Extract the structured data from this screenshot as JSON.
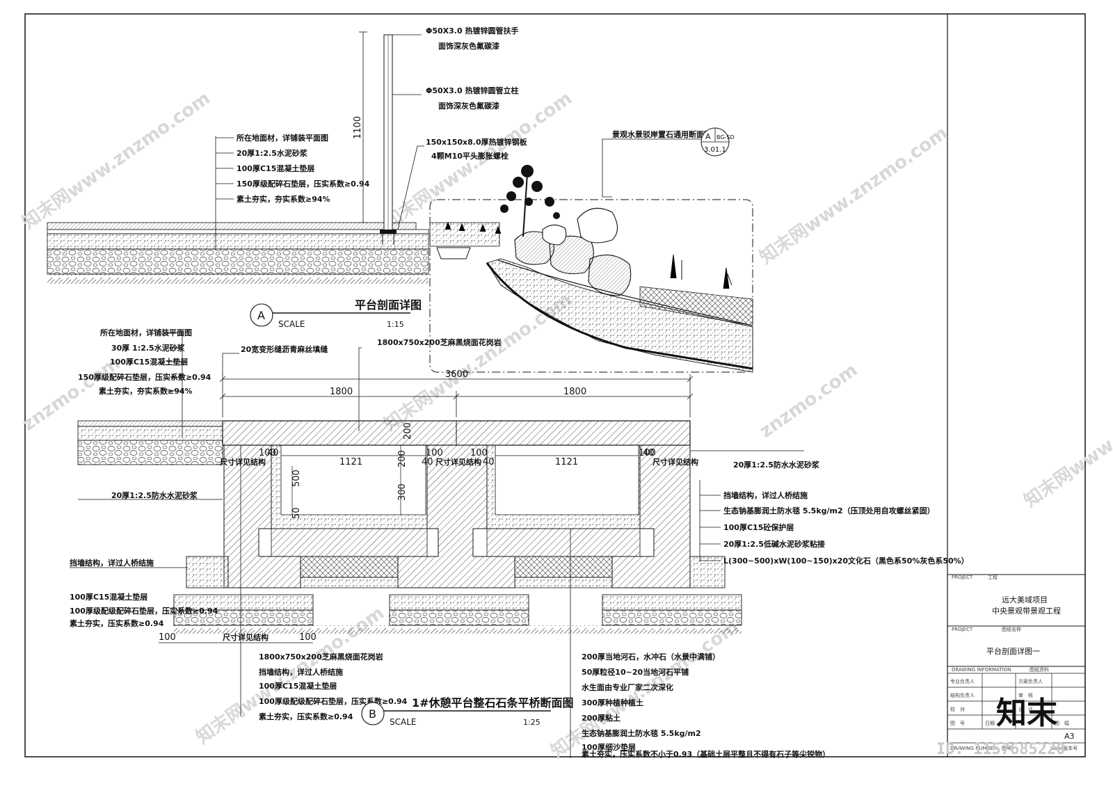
{
  "watermark": {
    "site": "znzmo.com",
    "brand_a": "知末网www.znzmo.com",
    "corner_logo": "知末",
    "id_label": "ID: 1157685220"
  },
  "detail_a": {
    "circle_letter": "A",
    "title": "平台剖面详图",
    "scale_label": "SCALE",
    "scale": "1:15",
    "railing_height": "1100",
    "handrail_note_1": "Φ50X3.0 热镀锌圆管扶手",
    "handrail_note_2": "面饰深灰色氟碳漆",
    "post_note_1": "Φ50X3.0 热镀锌圆管立柱",
    "post_note_2": "面饰深灰色氟碳漆",
    "plate_note_1": "150x150x8.0厚热镀锌钢板",
    "plate_note_2": "4颗M10平头膨胀螺栓",
    "layers": [
      "所在地面材，详铺装平面图",
      "20厚1:2.5水泥砂浆",
      "100厚C15混凝土垫层",
      "150厚级配碎石垫层，压实系数≥0.94",
      "素土夯实，夯实系数≥94%"
    ],
    "ref_note": "景观水景驳岸置石通用断面图",
    "ref_circle_top": "A",
    "ref_circle_code": "BG-SD",
    "ref_circle_bottom": "3.01.1"
  },
  "detail_b": {
    "circle_letter": "B",
    "title": "1#休憩平台整石石条平桥断面图",
    "scale_label": "SCALE",
    "scale": "1:25",
    "dims": {
      "total": "3600",
      "half_l": "1800",
      "half_r": "1800",
      "slab": "200",
      "inner_l": "1121",
      "inner_r": "1121",
      "gap_a": "40",
      "gap_b": "100",
      "depth_200": "200",
      "depth_500": "500",
      "depth_300": "300",
      "depth_50": "50",
      "foot_l": "100",
      "foot_r": "100"
    },
    "slab_note": "1800x750x200芝麻黑烧面花岗岩",
    "joint_note": "20宽变形缝沥青麻丝填缝",
    "size_ref_1": "尺寸详见结构",
    "size_ref_2": "尺寸详见结构",
    "size_ref_3": "尺寸详见结构",
    "size_ref_4": "尺寸详见结构",
    "mortar_left": "20厚1:2.5防水水泥砂浆",
    "mortar_right": "20厚1:2.5防水水泥砂浆",
    "left_layers": [
      "所在地面材，详铺装平面图",
      "30厚 1:2.5水泥砂浆",
      "100厚C15混凝土垫层",
      "150厚级配碎石垫层，压实系数≥0.94",
      "素土夯实，夯实系数≥94%"
    ],
    "retaining_left": "挡墙结构，详过人桥结施",
    "base_layers": [
      "100厚C15混凝土垫层",
      "100厚级配级配碎石垫层，压实系数≥0.94",
      "素土夯实，压实系数≥0.94"
    ],
    "bottom_left_notes": [
      "1800x750x200芝麻黑烧面花岗岩",
      "挡墙结构，详过人桥结施",
      "100厚C15混凝土垫层",
      "100厚级配级配碎石垫层，压实系数≥0.94",
      "素土夯实，压实系数≥0.94"
    ],
    "right_notes": [
      "挡墙结构，详过人桥结施",
      "生态钠基膨润土防水毯 5.5kg/m2（压顶处用自攻螺丝紧固）",
      "100厚C15砼保护层",
      "20厚1:2.5低碱水泥砂浆粘接",
      "L(300~500)xW(100~150)x20文化石（黑色系50%灰色系50%）"
    ],
    "bottom_right_notes": [
      "200厚当地河石，水冲石（水景中满铺）",
      "50厚粒径10~20当地河石平铺",
      "水生面由专业厂家二次深化",
      "300厚种植种植土",
      "200厚粘土",
      "生态钠基膨润土防水毯 5.5kg/m2",
      "100厚细沙垫层",
      "素土夯实，压实系数不小于0.93（基础土层平整且不得有石子等尖锐物）"
    ]
  },
  "title_block": {
    "project_label_en": "PROJECT",
    "project_label_cn": "工程",
    "project_name_1": "远大美域项目",
    "project_name_2": "中央景观带景观工程",
    "drawing_label_en": "PROJECT",
    "drawing_label_cn": "图纸名称",
    "drawing_name": "平台剖面详图一",
    "info_label_en": "DRAWING INFORMATION",
    "info_label_cn": "图纸资料",
    "rows": [
      [
        "专业负责人",
        "",
        "方案负责人",
        ""
      ],
      [
        "结构负责人",
        "",
        "审　核",
        ""
      ],
      [
        "校　对",
        "",
        "设　计",
        ""
      ],
      [
        "图　号",
        "",
        "日期",
        "图　幅"
      ]
    ],
    "sheet_size": "A3",
    "footer_en": "DRAWING NUMBER",
    "footer_cn": "图号",
    "issue_label": "Issue版本号"
  }
}
